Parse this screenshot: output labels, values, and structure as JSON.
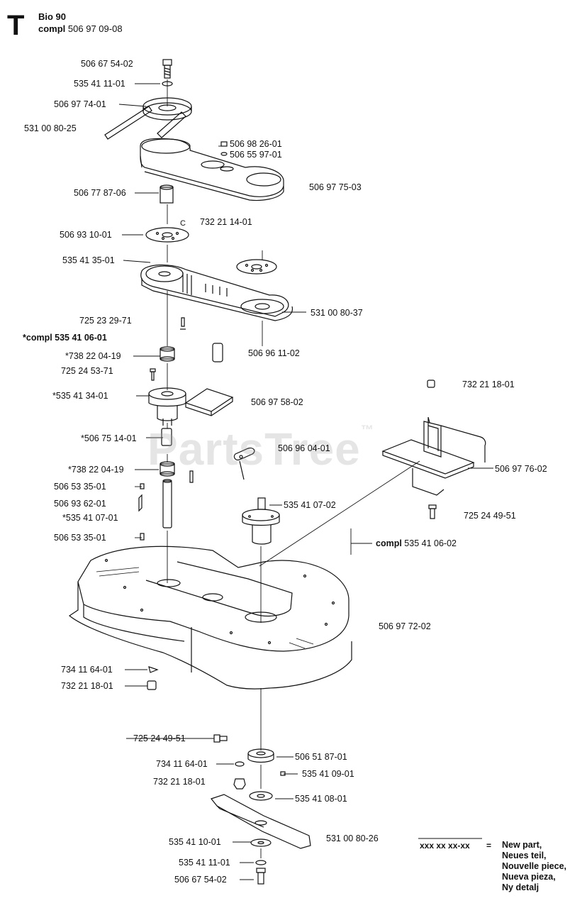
{
  "header": {
    "section_letter": "T",
    "model": "Bio 90",
    "compl_prefix": "compl",
    "compl_number": "506 97 09-08"
  },
  "watermark": {
    "text": "PartsTree",
    "tm": "™"
  },
  "labels": {
    "p1": "506 67 54-02",
    "p2": "535 41 11-01",
    "p3": "506 97 74-01",
    "p4": "531 00 80-25",
    "p5": "506 98 26-01",
    "p6": "506 55 97-01",
    "p7": "506 97 75-03",
    "p8": "506 77 87-06",
    "p9": "732 21 14-01",
    "p10": "506 93 10-01",
    "p11": "535 41 35-01",
    "p12": "531 00 80-37",
    "p13": "725 23 29-71",
    "p14": "*compl 535 41 06-01",
    "p15": "506 96 11-02",
    "p16": "*738 22 04-19",
    "p17": "725 24 53-71",
    "p18": "*535 41 34-01",
    "p19": "506 97 58-02",
    "p20": "732 21 18-01",
    "p21": "*506 75 14-01",
    "p22": "506 96 04-01",
    "p23": "*738 22 04-19",
    "p24": "506 97 76-02",
    "p25": "506 53 35-01",
    "p26": "506 93 62-01",
    "p27": "535 41 07-02",
    "p28": "*535 41 07-01",
    "p29": "725 24 49-51",
    "p30": "506 53 35-01",
    "p31_prefix": "compl",
    "p31": "535 41 06-02",
    "p32": "506 97 72-02",
    "p33": "734 11 64-01",
    "p34": "732 21 18-01",
    "p35": "725 24 49-51",
    "p36": "506 51 87-01",
    "p37": "734 11 64-01",
    "p38": "535 41 09-01",
    "p39": "732 21 18-01",
    "p40": "535 41 08-01",
    "p41": "531 00 80-26",
    "p42": "535 41 10-01",
    "p43": "535 41 11-01",
    "p44": "506 67 54-02"
  },
  "legend": {
    "code": "xxx xx xx-xx",
    "equals": "=",
    "items": [
      "New part,",
      "Neues teil,",
      "Nouvelle piece,",
      "Nueva pieza,",
      "Ny detalj"
    ]
  }
}
